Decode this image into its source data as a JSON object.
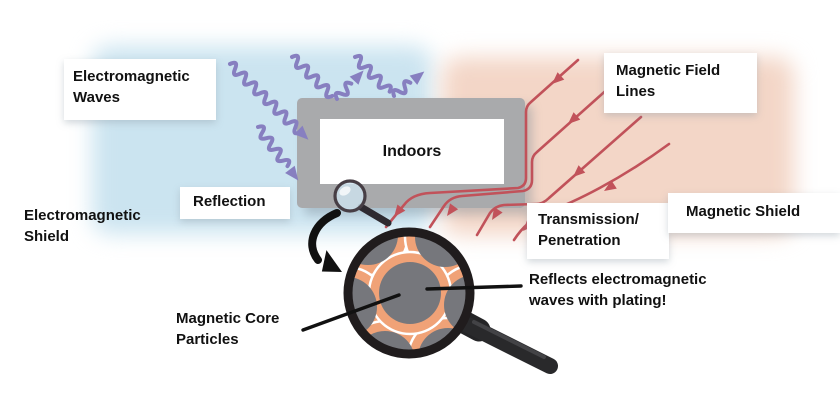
{
  "title": "Electromagnetic and magnetic shielding diagram",
  "labels": {
    "em_waves": "Electromagnetic\nWaves",
    "mag_field_lines": "Magnetic Field\nLines",
    "reflection": "Reflection",
    "em_shield": "Electromagnetic\nShield",
    "indoors": "Indoors",
    "transmission": "Transmission/\nPenetration",
    "mag_shield": "Magnetic Shield",
    "mag_core_particles": "Magnetic Core\nParticles",
    "reflects_note": "Reflects electromagnetic\nwaves with plating!"
  },
  "colors": {
    "em_wave_purple": "#877fc0",
    "field_line_red": "#c1525a",
    "shield_gray": "#a9aaac",
    "plating_orange": "#f0a277",
    "core_gray": "#76777c",
    "em_region_blue": "#cbe4f0",
    "magnetic_region_orange": "#f3d6c7",
    "lens_rim_black": "#201c1d"
  }
}
